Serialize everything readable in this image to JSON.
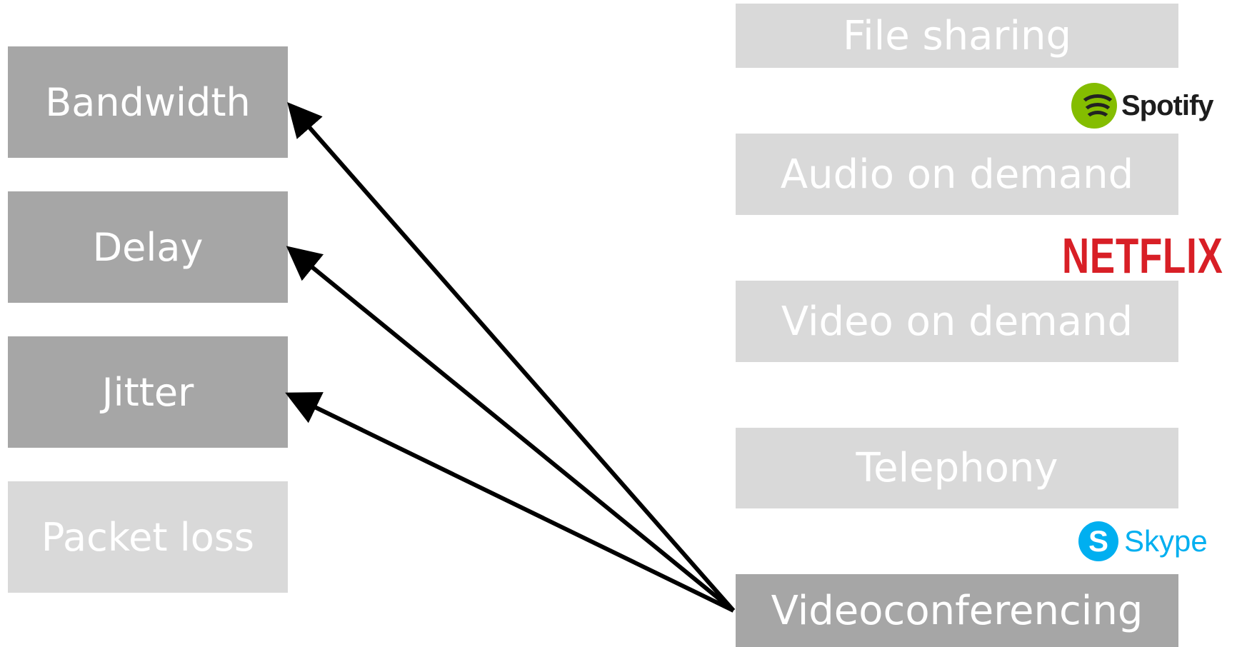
{
  "metrics": [
    {
      "label": "Bandwidth",
      "highlighted": true
    },
    {
      "label": "Delay",
      "highlighted": true
    },
    {
      "label": "Jitter",
      "highlighted": true
    },
    {
      "label": "Packet loss",
      "highlighted": false
    }
  ],
  "applications": [
    {
      "label": "File sharing",
      "highlighted": false
    },
    {
      "label": "Audio on demand",
      "highlighted": false
    },
    {
      "label": "Video on demand",
      "highlighted": false
    },
    {
      "label": "Telephony",
      "highlighted": false
    },
    {
      "label": "Videoconferencing",
      "highlighted": true
    }
  ],
  "logos": {
    "spotify": {
      "text": "Spotify",
      "color": "#84bd00"
    },
    "netflix": {
      "text": "NETFLIX",
      "color": "#d81f26"
    },
    "skype": {
      "text": "Skype",
      "icon_letter": "S",
      "color": "#00aff0"
    }
  },
  "arrows": [
    {
      "from": "Videoconferencing",
      "to": "Bandwidth"
    },
    {
      "from": "Videoconferencing",
      "to": "Delay"
    },
    {
      "from": "Videoconferencing",
      "to": "Jitter"
    }
  ],
  "colors": {
    "highlight_box": "#a6a6a6",
    "dim_box": "#d9d9d9",
    "box_text": "#ffffff",
    "arrow": "#000000"
  }
}
